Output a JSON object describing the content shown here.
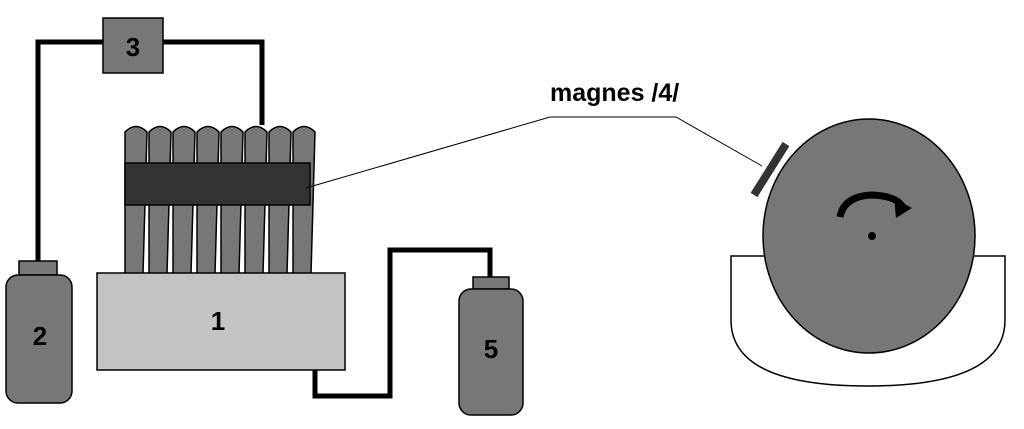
{
  "labels": {
    "box3": "3",
    "bottle2": "2",
    "base1": "1",
    "bottle5": "5",
    "magnet": "magnes /4/"
  },
  "colors": {
    "dark_gray": "#777777",
    "light_gray": "#c4c4c4",
    "magnet_band": "#333333",
    "line": "#000000",
    "background": "#ffffff"
  },
  "icons": {
    "rotation": "curved-arrow-icon"
  }
}
